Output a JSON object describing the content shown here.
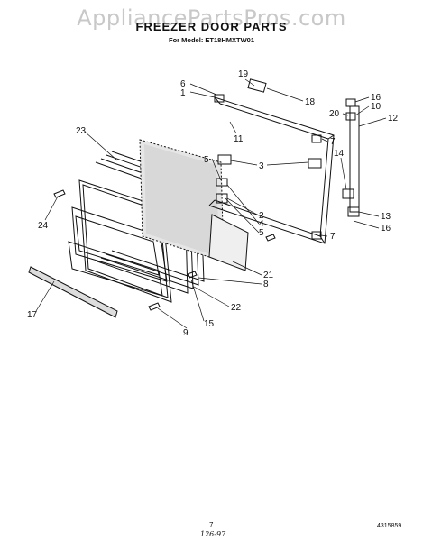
{
  "watermark": "AppliancePartsPros.com",
  "title": "FREEZER DOOR PARTS",
  "model_line": "For Model: ET18HMXTW01",
  "page_number": "7",
  "handwritten_date": "126-97",
  "doc_number": "4315859",
  "callouts": [
    "1",
    "2",
    "3",
    "4",
    "5",
    "6",
    "7",
    "8",
    "9",
    "10",
    "11",
    "12",
    "13",
    "14",
    "15",
    "16",
    "17",
    "18",
    "19",
    "20",
    "21",
    "22",
    "23",
    "24"
  ]
}
